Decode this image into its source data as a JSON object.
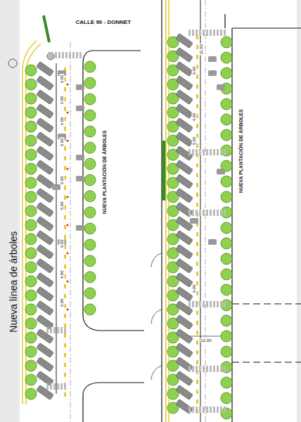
{
  "diagram": {
    "title": "CALLE 90 - DONNET",
    "labels": [
      "Nueva línea de árboles",
      "NUEVA PLANTACIÓN DE ÁRBOLES",
      "NUEVA PLANTACIÓN DE ÁRBOLES",
      "12.00",
      "11.00",
      "6.00",
      "6.00",
      "4.00",
      "6.00",
      "6.00",
      "5.00",
      "6.00",
      "4.00",
      "6.00",
      "6.00",
      "4.00",
      "6.00",
      "6.00"
    ]
  }
}
